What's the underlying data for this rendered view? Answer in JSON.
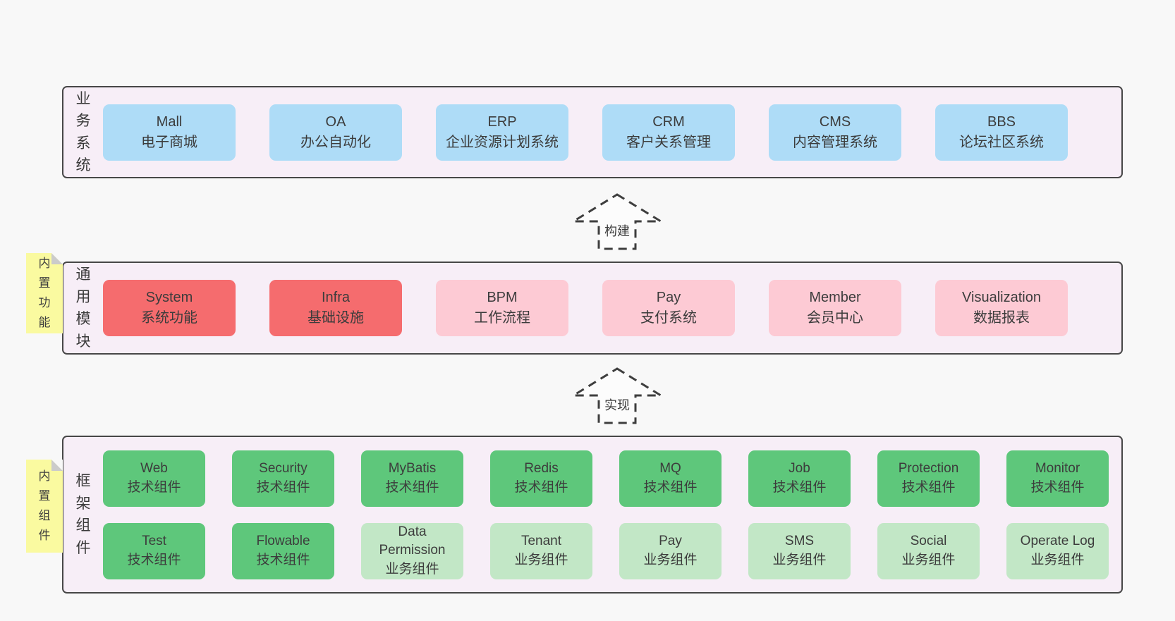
{
  "arrows": [
    {
      "label": "构建"
    },
    {
      "label": "实现"
    }
  ],
  "bands": [
    {
      "name": "业务系统",
      "label": "业\n务\n系\n统",
      "boxes": [
        {
          "text": "Mall\n电子商城"
        },
        {
          "text": "OA\n办公自动化"
        },
        {
          "text": "ERP\n企业资源计划系统"
        },
        {
          "text": "CRM\n客户关系管理"
        },
        {
          "text": "CMS\n内容管理系统"
        },
        {
          "text": "BBS\n论坛社区系统"
        }
      ]
    },
    {
      "name": "通用模块",
      "label": "通\n用\n模\n块",
      "note": "内\n置\n功\n能",
      "boxes": [
        {
          "text": "System\n系统功能"
        },
        {
          "text": "Infra\n基础设施"
        },
        {
          "text": "BPM\n工作流程"
        },
        {
          "text": "Pay\n支付系统"
        },
        {
          "text": "Member\n会员中心"
        },
        {
          "text": "Visualization\n数据报表"
        }
      ]
    },
    {
      "name": "框架组件",
      "label": "框\n架\n组\n件",
      "note": "内\n置\n组\n件",
      "rows": [
        [
          {
            "text": "Web\n技术组件"
          },
          {
            "text": "Security\n技术组件"
          },
          {
            "text": "MyBatis\n技术组件"
          },
          {
            "text": "Redis\n技术组件"
          },
          {
            "text": "MQ\n技术组件"
          },
          {
            "text": "Job\n技术组件"
          },
          {
            "text": "Protection\n技术组件"
          },
          {
            "text": "Monitor\n技术组件"
          }
        ],
        [
          {
            "text": "Test\n技术组件"
          },
          {
            "text": "Flowable\n技术组件"
          },
          {
            "text": "Data\nPermission\n业务组件"
          },
          {
            "text": "Tenant\n业务组件"
          },
          {
            "text": "Pay\n业务组件"
          },
          {
            "text": "SMS\n业务组件"
          },
          {
            "text": "Social\n业务组件"
          },
          {
            "text": "Operate Log\n业务组件"
          }
        ]
      ]
    }
  ],
  "colors": {
    "page_background": "#f8f8f8",
    "band_background": "#f7eef7",
    "band_border": "#474747",
    "blue_box": "#aedcf7",
    "red_box": "#f56c6e",
    "pink_box": "#fdcad4",
    "green_box": "#5ec77b",
    "light_green_box": "#c2e7c6",
    "sticky_note": "#fafaa0"
  }
}
